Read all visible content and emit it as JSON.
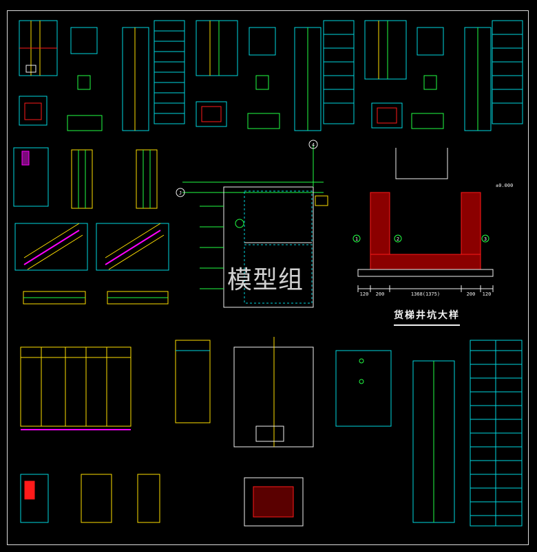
{
  "watermark": "模型组",
  "pit_detail": {
    "title": "货梯井坑大样",
    "dim_widths": [
      "120",
      "200",
      "1368(1375)",
      "200",
      "120"
    ],
    "level": "±0.000",
    "grid_labels": [
      "1",
      "2",
      "3"
    ]
  },
  "plan": {
    "axis_labels": [
      "4",
      "J"
    ]
  },
  "colors": {
    "background": "#000000",
    "cyan": "#00d8e0",
    "yellow": "#ffe000",
    "green": "#22ff44",
    "red": "#ff1a1a",
    "magenta": "#ff00ff",
    "white": "#f2f2f2"
  }
}
